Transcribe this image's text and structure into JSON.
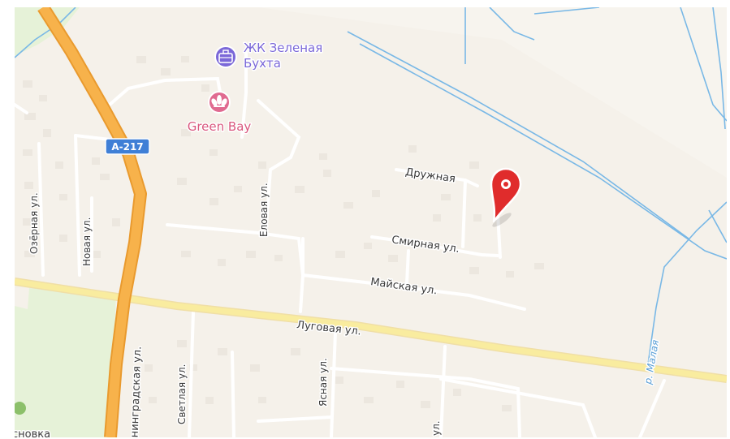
{
  "map": {
    "colors": {
      "land": "#f5f1ea",
      "forest": "#e6f2d8",
      "road_major": "#f5a83c",
      "road_secondary": "#f9dd87",
      "road_minor": "#ffffff",
      "water": "#79b8e6",
      "building": "#ece7df",
      "marker": "#e02c2c"
    },
    "highway_shield": {
      "label": "А-217",
      "color": "#3f7fd6"
    },
    "pois": {
      "residential_complex": {
        "line1": "ЖК Зеленая",
        "line2": "Бухта",
        "icon": "briefcase-icon",
        "color": "#7b68d8"
      },
      "green_bay": {
        "label": "Green Bay",
        "icon": "lotus-icon",
        "color": "#d9577e"
      }
    },
    "streets": {
      "kaliningradskaya": "алининградская ул.",
      "lugovaya": "Луговая ул.",
      "mayskaya": "Майская ул.",
      "smirnaya": "Смирная ул.",
      "druzhnaya": "Дружная",
      "elovaya": "Еловая ул.",
      "ozernaya": "Озёрная ул.",
      "novaya": "Новая ул.",
      "svetlaya": "Светлая ул.",
      "yasnaya": "Ясная ул.",
      "partial": "ул."
    },
    "river": {
      "label": "р. Малая"
    },
    "settlement": {
      "label": "сновка"
    },
    "marker": {
      "icon": "location-pin-icon"
    }
  }
}
